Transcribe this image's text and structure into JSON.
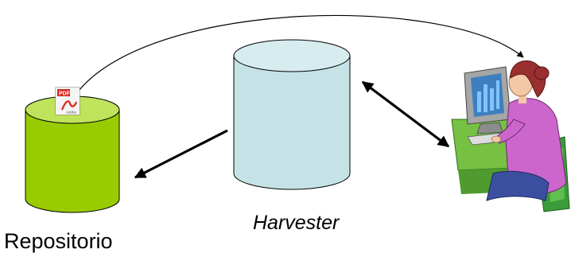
{
  "labels": {
    "repository": "Repositorio",
    "harvester": "Harvester"
  },
  "pdf_badge": {
    "line1": "PDF",
    "line2": "Adobe"
  },
  "colors": {
    "repository_fill": "#99cc00",
    "repository_top": "#bfe35a",
    "harvester_fill": "#c5e3e7",
    "harvester_top": "#d6ecef",
    "pdf_red": "#d9261c",
    "person_shirt": "#cc66cc",
    "person_hair": "#9a2f2f",
    "monitor": "#a6a6a6",
    "screen": "#3f7fbf",
    "desk": "#76c043",
    "chair": "#3a9b3a"
  },
  "icons": [
    "pdf-file-icon",
    "person-at-computer-icon"
  ]
}
